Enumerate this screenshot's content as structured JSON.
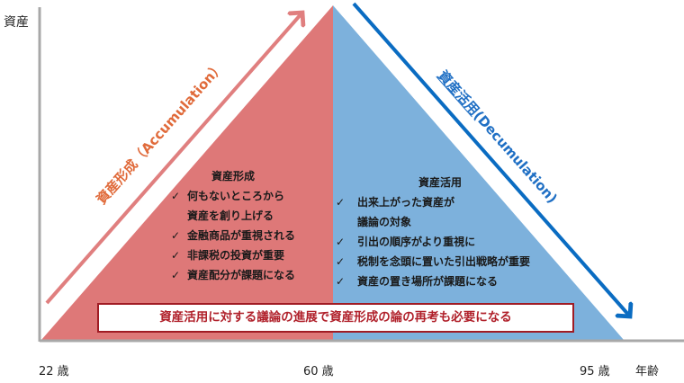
{
  "axes": {
    "y_label": "資産",
    "x_label": "年齢",
    "x_ticks": [
      "22 歳",
      "60 歳",
      "95 歳"
    ]
  },
  "accumulation": {
    "arrow_label_ja": "資産形成",
    "arrow_label_en": "（Accumulation）",
    "title": "資産形成",
    "items": [
      "何もないところから",
      "金融商品が重視される",
      "非課税の投資が重要",
      "資産配分が課題になる"
    ],
    "item0_cont": "資産を創り上げる"
  },
  "decumulation": {
    "arrow_label_ja": "資産活用",
    "arrow_label_en": "(Decumulation)",
    "title": "資産活用",
    "items": [
      "出来上がった資産が",
      "引出の順序がより重視に",
      "税制を念頭に置いた引出戦略が重要",
      "資産の置き場所が課題になる"
    ],
    "item0_cont": "議論の対象"
  },
  "check_mark": "✓",
  "note": "資産活用に対する議論の進展で資産形成の論の再考も必要になる",
  "colors": {
    "accumulation_fill": "#de7878",
    "decumulation_fill": "#7db1dc",
    "accumulation_arrow": "#e07f7f",
    "decumulation_arrow": "#0a6cc2",
    "note_border": "#a01c24"
  }
}
